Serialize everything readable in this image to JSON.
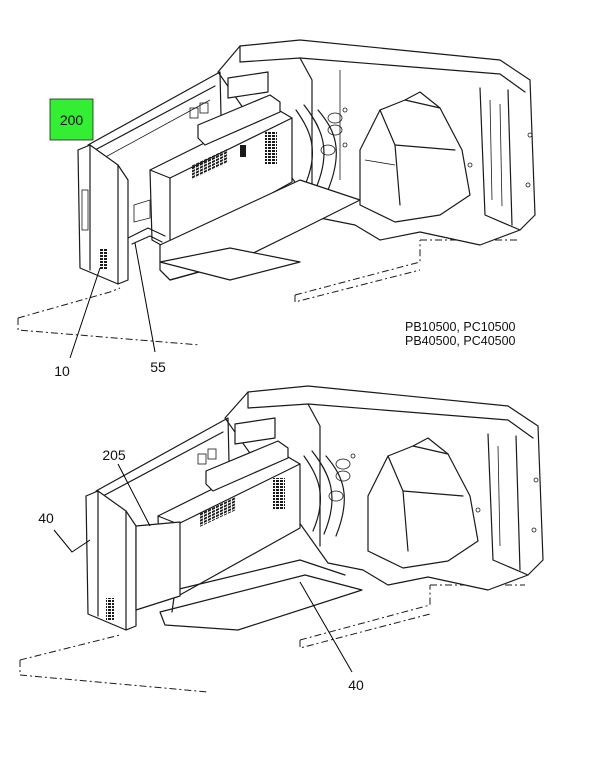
{
  "highlight": {
    "color": "#33ee33",
    "label": "200"
  },
  "upper_view": {
    "callouts": {
      "part_10": "10",
      "part_55": "55"
    },
    "models_line_1": "PB10500, PC10500",
    "models_line_2": "PB40500, PC40500"
  },
  "lower_view": {
    "callouts": {
      "part_205": "205",
      "part_40_left": "40",
      "part_40_bottom": "40"
    }
  }
}
